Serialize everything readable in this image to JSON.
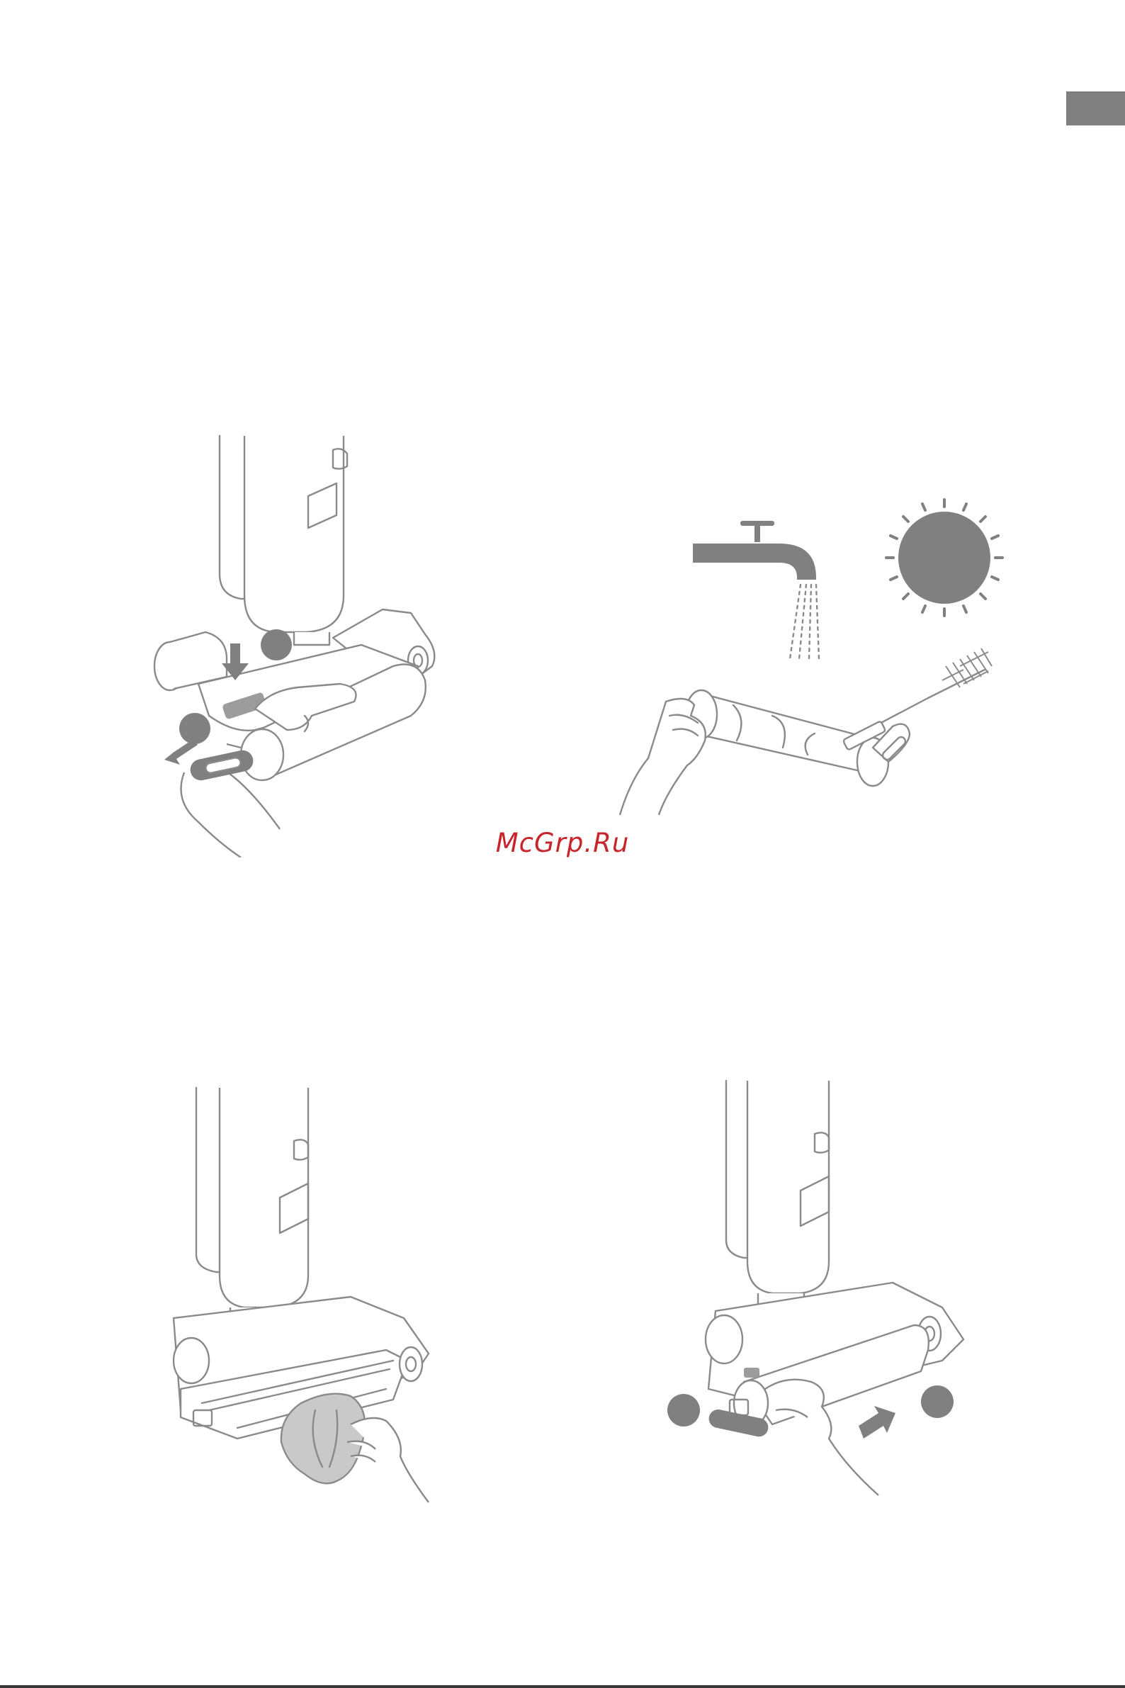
{
  "watermark": {
    "text": "McGrp.Ru"
  },
  "colors": {
    "illustration_gray": "#808080",
    "line_gray": "#8a8a8a",
    "watermark_red": "#c8242b",
    "tab_gray": "#808080"
  },
  "illustrations": [
    {
      "id": "remove-roller",
      "icons": [
        "vacuum-icon",
        "hand-icon",
        "arrow-down-icon",
        "arrow-left-icon",
        "step-1-marker",
        "step-2-marker"
      ]
    },
    {
      "id": "wash-dry-roller",
      "icons": [
        "faucet-icon",
        "sun-icon",
        "roller-icon",
        "cleaning-brush-icon",
        "hand-icon"
      ]
    },
    {
      "id": "wipe-roller-compartment",
      "icons": [
        "vacuum-icon",
        "cloth-icon",
        "hand-icon"
      ]
    },
    {
      "id": "reinstall-roller",
      "icons": [
        "vacuum-icon",
        "hand-icon",
        "arrow-right-icon",
        "step-1-marker",
        "step-2-marker"
      ]
    }
  ]
}
